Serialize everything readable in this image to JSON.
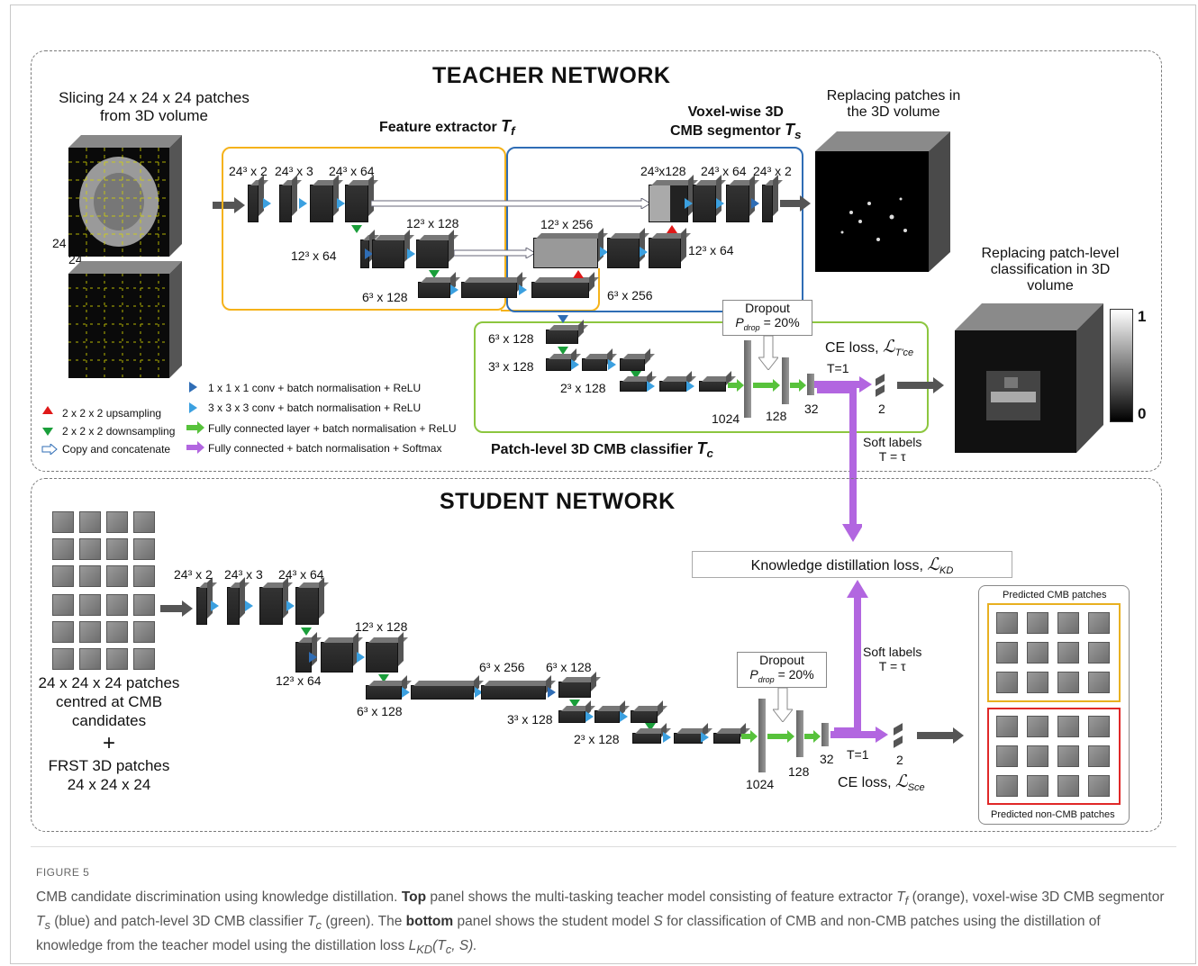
{
  "teacher": {
    "title": "TEACHER NETWORK",
    "slicing_label_1": "Slicing 24 x 24 x 24 patches",
    "slicing_label_2": "from 3D volume",
    "dim_24_a": "24",
    "dim_24_b": "24",
    "feature_extractor": "Feature extractor",
    "feature_extractor_sym": "T",
    "feature_extractor_sub": "f",
    "segmentor_1": "Voxel-wise 3D",
    "segmentor_2": "CMB segmentor",
    "segmentor_sym": "T",
    "segmentor_sub": "s",
    "replacing_patches_1": "Replacing patches in",
    "replacing_patches_2": "the 3D volume",
    "replacing_class_1": "Replacing patch-level",
    "replacing_class_2": "classification in 3D",
    "replacing_class_3": "volume",
    "colorbar_max": "1",
    "colorbar_min": "0",
    "classifier": "Patch-level 3D CMB classifier",
    "classifier_sym": "T",
    "classifier_sub": "c",
    "dropout": "Dropout",
    "pdrop": "P",
    "pdrop_sub": "drop",
    "pdrop_val": "= 20%",
    "ce_loss": "CE loss,",
    "ce_sym": "ℒ",
    "ce_sub": "T'ce",
    "t1": "T=1",
    "soft_labels": "Soft labels",
    "t_tau": "T = τ",
    "fc_1024": "1024",
    "fc_128": "128",
    "fc_32": "32",
    "fc_2": "2",
    "layers": {
      "l1": "24³ x 2",
      "l2": "24³ x 3",
      "l3": "24³ x 64",
      "l4": "12³ x 128",
      "l5": "12³ x 64",
      "l6": "6³ x 128",
      "l7": "12³ x 256",
      "l8": "24³x128",
      "l9": "24³ x 64",
      "l10": "24³ x 2",
      "l11": "12³ x 64",
      "l12": "6³ x 256",
      "c1": "6³ x 128",
      "c2": "3³ x 128",
      "c3": "2³ x 128"
    }
  },
  "legend": {
    "upsampling": "2 x 2 x 2 upsampling",
    "downsampling": "2 x 2 x 2 downsampling",
    "copy": "Copy and concatenate",
    "conv1": "1 x 1 x 1 conv + batch normalisation + ReLU",
    "conv3": "3 x 3 x 3 conv + batch normalisation + ReLU",
    "fc_relu": "Fully connected layer + batch normalisation + ReLU",
    "fc_softmax": "Fully connected + batch normalisation + Softmax"
  },
  "student": {
    "title": "STUDENT NETWORK",
    "kd_loss": "Knowledge distillation loss,",
    "kd_sym": "ℒ",
    "kd_sub": "KD",
    "patches_1": "24 x 24 x 24 patches",
    "patches_2": "centred at CMB",
    "patches_3": "candidates",
    "plus": "+",
    "frst_1": "FRST 3D patches",
    "frst_2": "24 x 24 x 24",
    "dropout": "Dropout",
    "pdrop": "P",
    "pdrop_sub": "drop",
    "pdrop_val": "= 20%",
    "soft_labels": "Soft labels",
    "t_tau": "T = τ",
    "t1": "T=1",
    "ce_loss": "CE loss,",
    "ce_sym": "ℒ",
    "ce_sub": "Sce",
    "fc_1024": "1024",
    "fc_128": "128",
    "fc_32": "32",
    "fc_2": "2",
    "pred_cmb": "Predicted CMB patches",
    "pred_noncmb": "Predicted non-CMB patches",
    "layers": {
      "l1": "24³ x 2",
      "l2": "24³ x 3",
      "l3": "24³ x 64",
      "l4": "12³ x 128",
      "l5": "12³ x 64",
      "l6": "6³ x 256",
      "l7": "6³ x 128",
      "l8": "6³ x 128",
      "l9": "3³ x 128",
      "l10": "2³ x 128"
    }
  },
  "caption": {
    "fig": "FIGURE 5",
    "t1": "CMB candidate discrimination using knowledge distillation.",
    "top": "Top",
    "t2": "panel shows the multi-tasking teacher model consisting of feature extractor",
    "tf": "T",
    "tf_sub": "f",
    "t3": "(orange), voxel-wise 3D CMB segmentor",
    "ts": "T",
    "ts_sub": "s",
    "t4": "(blue) and patch-level 3D CMB classifier",
    "tc": "T",
    "tc_sub": "c",
    "t5": "(green). The",
    "bottom": "bottom",
    "t6": "panel shows the student model",
    "s": "S",
    "t7": "for classification of CMB and non-CMB patches using the distillation of knowledge from the teacher model using the distillation loss",
    "lkd": "L",
    "lkd_sub": "KD",
    "lkd_args": "(T",
    "lkd_args_sub": "c",
    "lkd_args_end": ", S)."
  },
  "colors": {
    "orange": "#f5b21a",
    "blue": "#2f6db5",
    "green": "#8cc63f",
    "purple": "#b266e0",
    "fc_green": "#57c23b",
    "cmb_box": "#e8b020",
    "noncmb_box": "#e02828"
  }
}
